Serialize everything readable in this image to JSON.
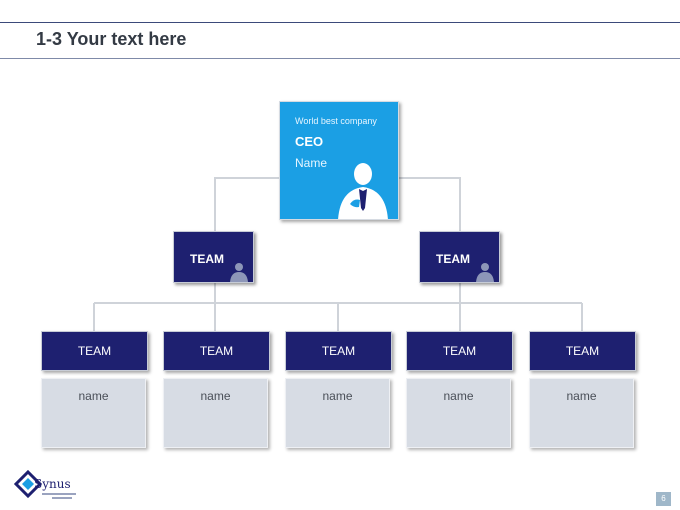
{
  "slide_title": "1-3 Your text here",
  "ceo": {
    "company": "World best company",
    "role": "CEO",
    "name": "Name"
  },
  "mid_teams": [
    {
      "label": "TEAM"
    },
    {
      "label": "TEAM"
    }
  ],
  "bottom_teams": [
    {
      "label": "TEAM",
      "name": "name"
    },
    {
      "label": "TEAM",
      "name": "name"
    },
    {
      "label": "TEAM",
      "name": "name"
    },
    {
      "label": "TEAM",
      "name": "name"
    },
    {
      "label": "TEAM",
      "name": "name"
    }
  ],
  "logo": {
    "text": "Synus"
  },
  "page_number": "6",
  "colors": {
    "ceo": "#1b9fe4",
    "team": "#1e2070",
    "name_box": "#d7dce4",
    "connector": "#cfd3d9"
  }
}
